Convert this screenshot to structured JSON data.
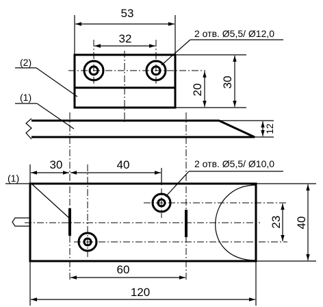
{
  "top_view": {
    "dim_width": "53",
    "dim_hole_spacing": "32",
    "dim_height": "30",
    "dim_lower": "20",
    "hole_note": "2 отв. Ø5,5/ Ø12,0",
    "label_part2": "(2)",
    "label_part1": "(1)"
  },
  "side_view": {
    "dim_thickness": "12"
  },
  "bottom_view": {
    "dim_left_offset": "30",
    "dim_hole_offset": "40",
    "hole_note": "2 отв. Ø5,5/ Ø10,0",
    "label_part1": "(1)",
    "dim_height": "40",
    "dim_hole_vertical": "23",
    "dim_slot_spacing": "60",
    "dim_length": "120"
  },
  "colors": {
    "line": "#000000",
    "background": "#ffffff"
  }
}
